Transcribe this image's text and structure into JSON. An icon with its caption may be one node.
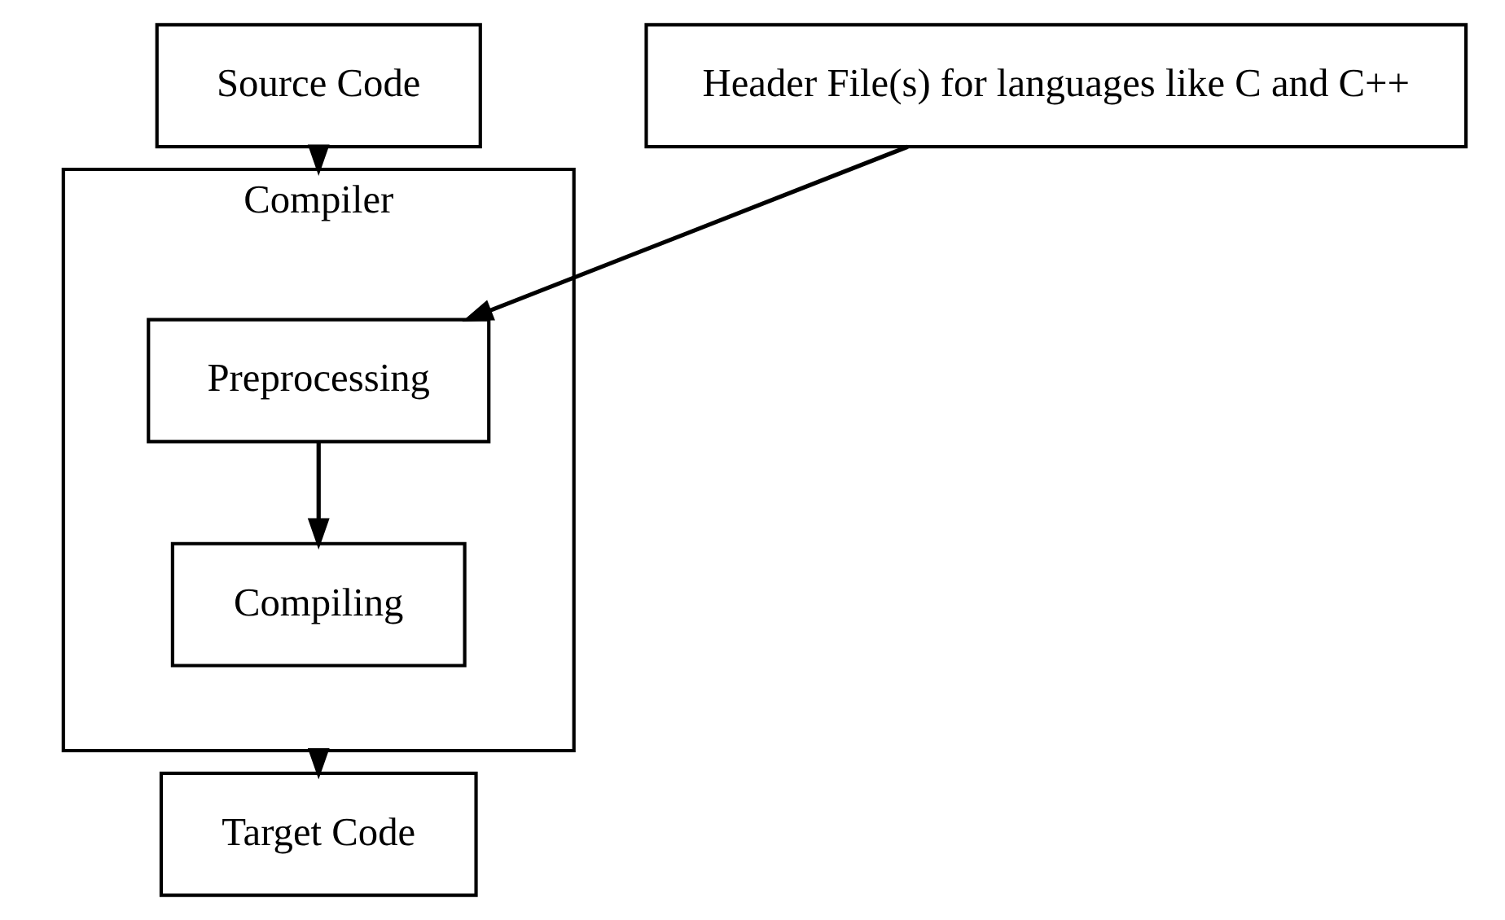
{
  "diagram": {
    "nodes": [
      {
        "text": [
          "Source Code"
        ]
      },
      {
        "text": [
          "Compiler"
        ]
      },
      {
        "text": [
          "Preprocessing"
        ],
        "in": 1
      },
      {
        "text": [
          "Compiling"
        ],
        "in": 1
      },
      {
        "text": [
          "Header File(s) for languages like C and C++"
        ]
      },
      {
        "text": [
          "Target Code"
        ]
      }
    ],
    "edges": [
      {
        "from": 0,
        "to": 1,
        "arrow": "to"
      },
      {
        "from": 4,
        "to": 2,
        "arrow": "to"
      },
      {
        "from": 2,
        "to": 3,
        "arrow": "to"
      },
      {
        "from": 1,
        "to": 5,
        "arrow": "to"
      }
    ]
  }
}
